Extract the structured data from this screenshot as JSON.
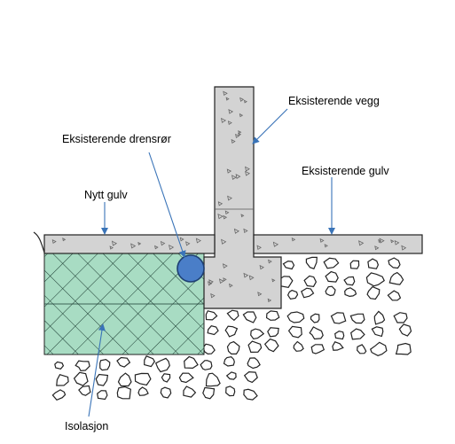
{
  "labels": {
    "existing_wall": "Eksisterende vegg",
    "existing_drain_pipe": "Eksisterende drensrør",
    "new_floor": "Nytt gulv",
    "existing_floor": "Eksisterende gulv",
    "insulation": "Isolasjon"
  },
  "colors": {
    "concrete": "#d3d3d3",
    "insulation": "#a8dcc3",
    "pipe": "#4a7ec8",
    "leader": "#3a74b8",
    "outline": "#000000"
  }
}
